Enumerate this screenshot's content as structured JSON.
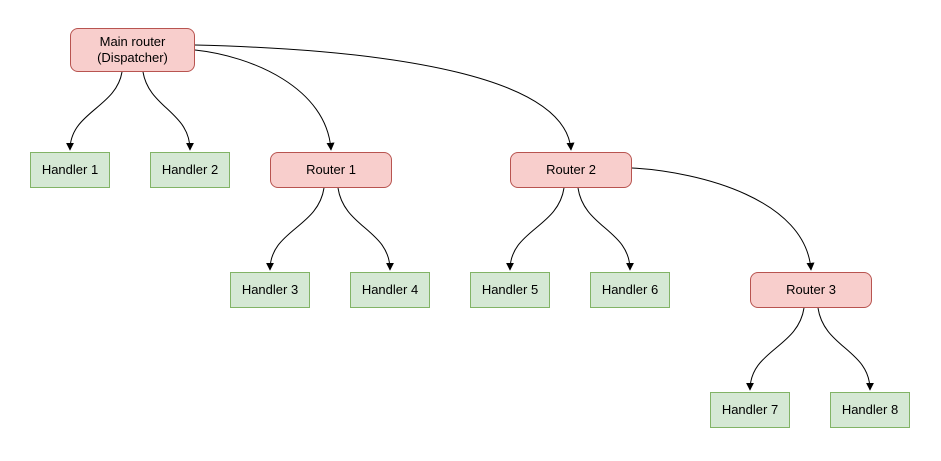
{
  "diagram": {
    "type": "tree",
    "description": "Router dispatch hierarchy",
    "colors": {
      "router_fill": "#f8cecc",
      "router_border": "#b85450",
      "handler_fill": "#d5e8d4",
      "handler_border": "#82b366",
      "edge": "#000000",
      "background": "#ffffff"
    },
    "nodes": {
      "main": {
        "label": "Main router\n(Dispatcher)",
        "type": "router"
      },
      "handler1": {
        "label": "Handler 1",
        "type": "handler"
      },
      "handler2": {
        "label": "Handler 2",
        "type": "handler"
      },
      "router1": {
        "label": "Router 1",
        "type": "router"
      },
      "router2": {
        "label": "Router 2",
        "type": "router"
      },
      "handler3": {
        "label": "Handler 3",
        "type": "handler"
      },
      "handler4": {
        "label": "Handler 4",
        "type": "handler"
      },
      "handler5": {
        "label": "Handler 5",
        "type": "handler"
      },
      "handler6": {
        "label": "Handler 6",
        "type": "handler"
      },
      "router3": {
        "label": "Router 3",
        "type": "router"
      },
      "handler7": {
        "label": "Handler 7",
        "type": "handler"
      },
      "handler8": {
        "label": "Handler 8",
        "type": "handler"
      }
    },
    "edges": [
      {
        "from": "main",
        "to": "handler1"
      },
      {
        "from": "main",
        "to": "handler2"
      },
      {
        "from": "main",
        "to": "router1"
      },
      {
        "from": "main",
        "to": "router2"
      },
      {
        "from": "router1",
        "to": "handler3"
      },
      {
        "from": "router1",
        "to": "handler4"
      },
      {
        "from": "router2",
        "to": "handler5"
      },
      {
        "from": "router2",
        "to": "handler6"
      },
      {
        "from": "router2",
        "to": "router3"
      },
      {
        "from": "router3",
        "to": "handler7"
      },
      {
        "from": "router3",
        "to": "handler8"
      }
    ]
  }
}
